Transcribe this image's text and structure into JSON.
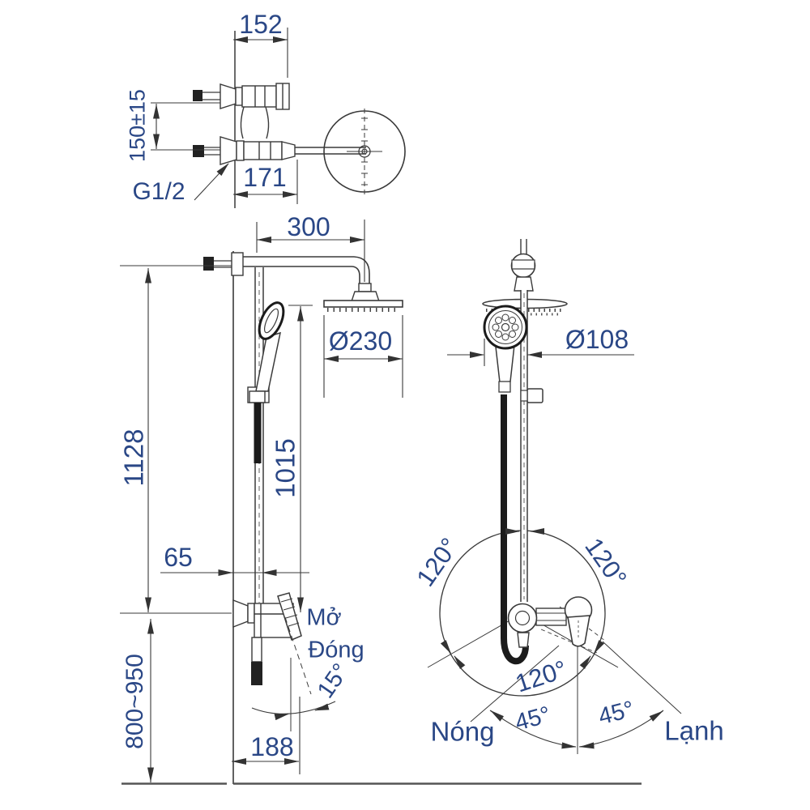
{
  "drawing": {
    "top_view": {
      "dim_width": "152",
      "dim_inlet_spacing": "150±15",
      "thread_label": "G1/2",
      "dim_spout_reach": "171"
    },
    "side_view": {
      "dim_arm_reach": "300",
      "dim_head_diameter": "Ø230",
      "dim_total_height": "1128",
      "dim_pipe_height": "1015",
      "dim_wall_offset": "65",
      "label_open": "Mở",
      "label_close": "Đóng",
      "dim_handle_angle": "15°",
      "dim_install_height": "800~950",
      "dim_base_offset": "188"
    },
    "front_view": {
      "dim_hand_shower_diameter": "Ø108",
      "dim_rotation_upper_left": "120°",
      "dim_rotation_upper_right": "120°",
      "dim_rotation_bottom": "120°",
      "dim_hot_angle": "45°",
      "dim_cold_angle": "45°",
      "label_hot": "Nóng",
      "label_cold": "Lạnh"
    },
    "colors": {
      "dimension_text": "#2a4786",
      "line": "#3a3a3a"
    }
  }
}
